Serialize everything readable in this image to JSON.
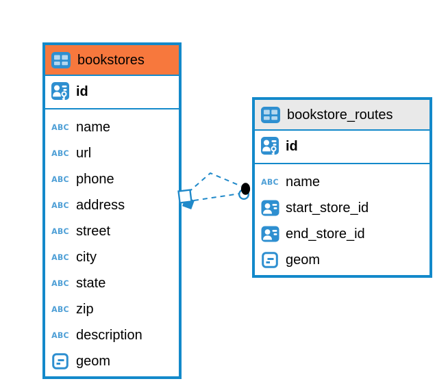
{
  "diagram": {
    "colors": {
      "border_blue": "#1389CA",
      "icon_blue": "#2E8FD0",
      "abc_blue": "#4E9FD6",
      "header_orange": "#F7783D",
      "header_gray": "#E9E9E9",
      "text": "#000000",
      "connector_blue": "#2089C9",
      "connector_dot": "#000000",
      "background": "#FFFFFF"
    },
    "icon_labels": {
      "text_type": "ABC"
    },
    "tables": {
      "bookstores": {
        "title": "bookstores",
        "primary_key": {
          "label": "id"
        },
        "fields": [
          {
            "label": "name",
            "type": "text"
          },
          {
            "label": "url",
            "type": "text"
          },
          {
            "label": "phone",
            "type": "text"
          },
          {
            "label": "address",
            "type": "text"
          },
          {
            "label": "street",
            "type": "text"
          },
          {
            "label": "city",
            "type": "text"
          },
          {
            "label": "state",
            "type": "text"
          },
          {
            "label": "zip",
            "type": "text"
          },
          {
            "label": "description",
            "type": "text"
          },
          {
            "label": "geom",
            "type": "geometry"
          }
        ]
      },
      "bookstore_routes": {
        "title": "bookstore_routes",
        "primary_key": {
          "label": "id"
        },
        "fields": [
          {
            "label": "name",
            "type": "text"
          },
          {
            "label": "start_store_id",
            "type": "foreign-key"
          },
          {
            "label": "end_store_id",
            "type": "foreign-key"
          },
          {
            "label": "geom",
            "type": "geometry"
          }
        ]
      }
    },
    "relationship": {
      "style": "dashed",
      "between": [
        "bookstores",
        "bookstore_routes"
      ]
    }
  }
}
